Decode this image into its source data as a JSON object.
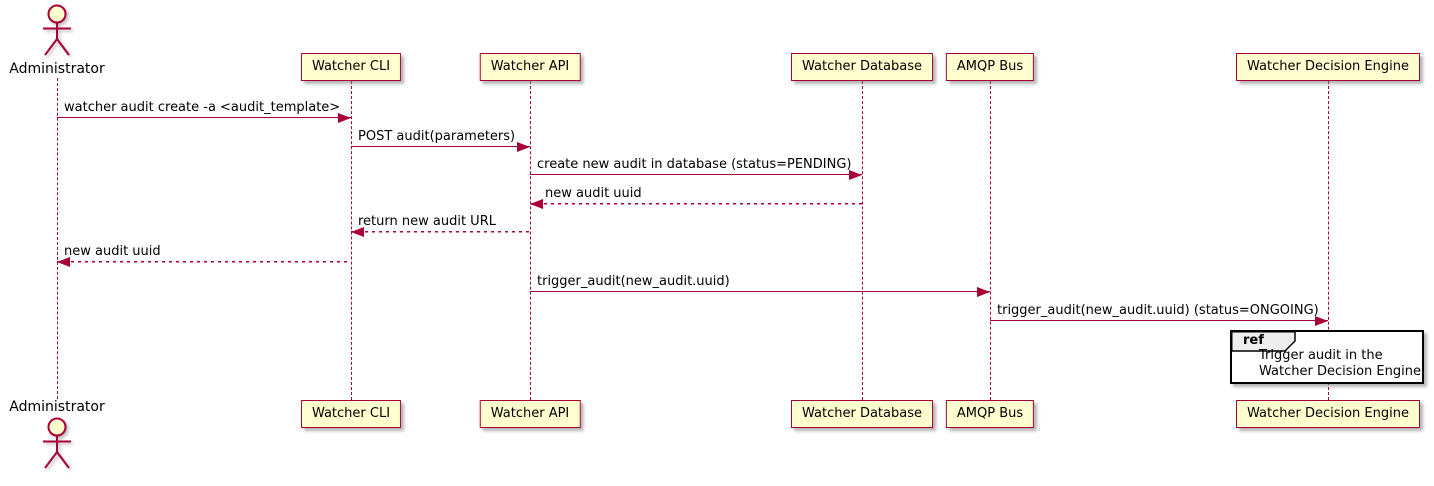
{
  "diagram_type": "uml-sequence-diagram",
  "colors": {
    "accent": "#A80036",
    "participant_fill": "#FEFECE",
    "ref_header_fill": "#EEEEEE",
    "ref_border": "#000000",
    "text": "#000000",
    "background": "#FFFFFF"
  },
  "actors": [
    {
      "name": "Administrator"
    }
  ],
  "participants": [
    {
      "label": "Watcher CLI"
    },
    {
      "label": "Watcher API"
    },
    {
      "label": "Watcher Database"
    },
    {
      "label": "AMQP Bus"
    },
    {
      "label": "Watcher Decision Engine"
    }
  ],
  "messages": [
    {
      "text": "watcher audit create -a <audit_template>",
      "from": "Administrator",
      "to": "Watcher CLI",
      "style": "solid"
    },
    {
      "text": "POST audit(parameters)",
      "from": "Watcher CLI",
      "to": "Watcher API",
      "style": "solid"
    },
    {
      "text": "create new audit in database (status=PENDING)",
      "from": "Watcher API",
      "to": "Watcher Database",
      "style": "solid"
    },
    {
      "text": "new audit uuid",
      "from": "Watcher Database",
      "to": "Watcher API",
      "style": "dashed"
    },
    {
      "text": "return new audit URL",
      "from": "Watcher API",
      "to": "Watcher CLI",
      "style": "dashed"
    },
    {
      "text": "new audit uuid",
      "from": "Watcher CLI",
      "to": "Administrator",
      "style": "dashed"
    },
    {
      "text": "trigger_audit(new_audit.uuid)",
      "from": "Watcher API",
      "to": "AMQP Bus",
      "style": "solid"
    },
    {
      "text": "trigger_audit(new_audit.uuid) (status=ONGOING)",
      "from": "AMQP Bus",
      "to": "Watcher Decision Engine",
      "style": "solid"
    }
  ],
  "ref_fragment": {
    "keyword": "ref",
    "line1": "Trigger audit in the",
    "line2": "Watcher Decision Engine"
  }
}
